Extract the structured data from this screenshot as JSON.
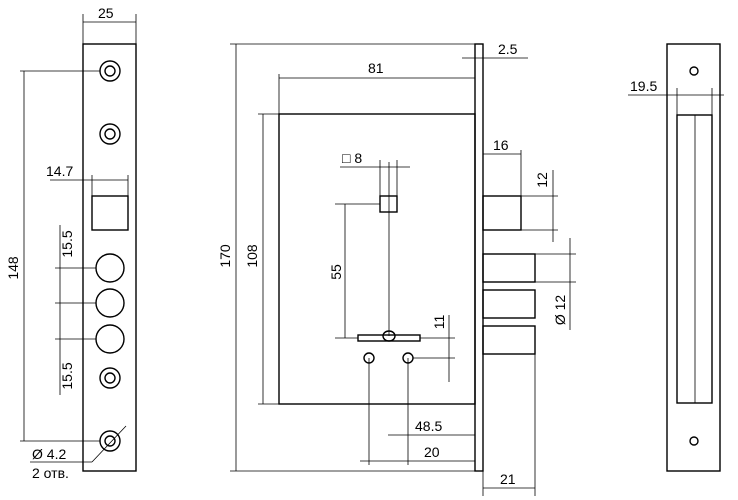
{
  "dimensions": {
    "faceplate_width": "25",
    "faceplate_height": "148",
    "deadbolt_offset": "14.7",
    "pitch_upper": "15.5",
    "pitch_lower": "15.5",
    "hole_diameter": "Ø 4.2",
    "hole_count": "2 отв.",
    "case_height_total": "170",
    "case_height": "108",
    "case_depth": "81",
    "faceplate_thickness": "2.5",
    "spindle_square": "□ 8",
    "spindle_to_key": "55",
    "key_slot": "11",
    "bolt_projection": "16",
    "latch_height": "12",
    "bolt_diameter": "Ø 12",
    "screw_pos_1": "48.5",
    "screw_pos_2": "20",
    "backset": "21",
    "strike_offset": "19.5"
  }
}
